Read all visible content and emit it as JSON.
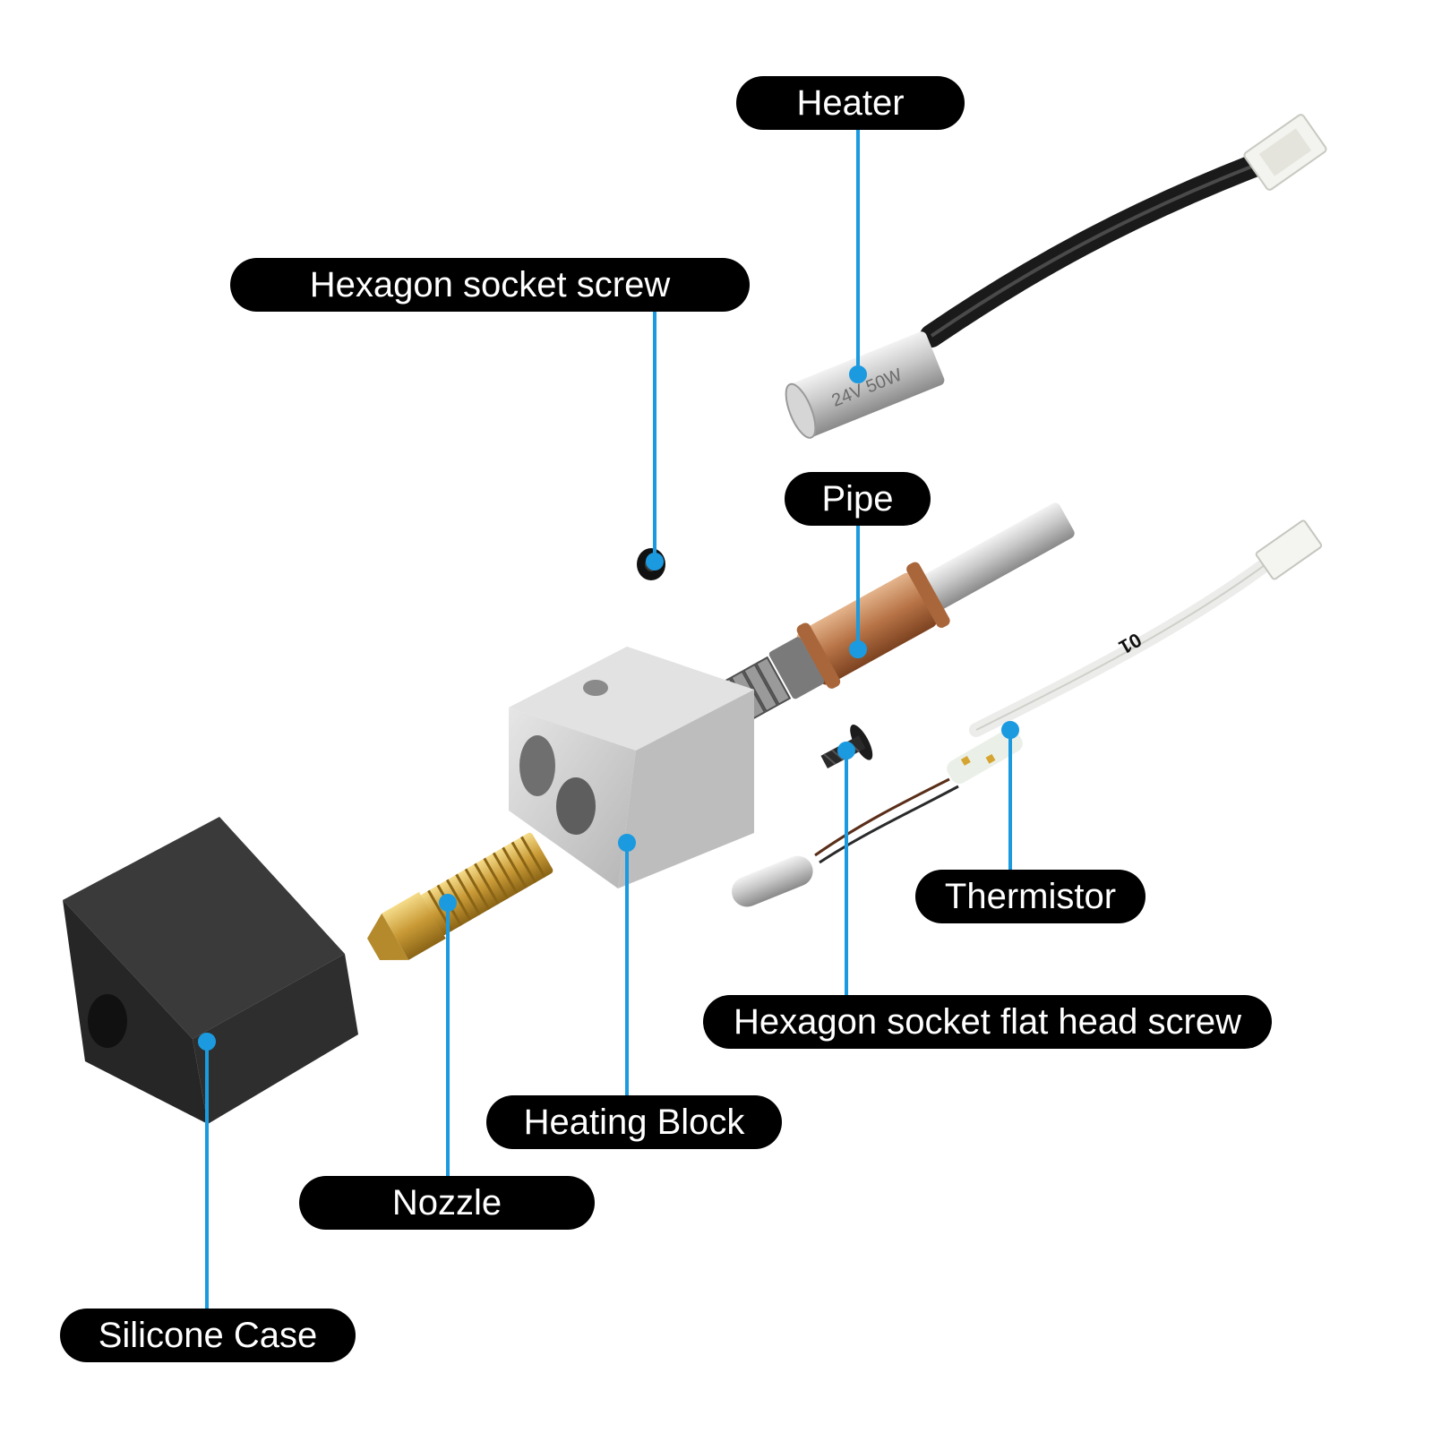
{
  "colors": {
    "leader": "#1b9ae0",
    "label_bg": "#000000",
    "label_text": "#ffffff"
  },
  "labels": {
    "heater": "Heater",
    "hex_socket_screw": "Hexagon socket screw",
    "pipe": "Pipe",
    "thermistor": "Thermistor",
    "flat_head_screw": "Hexagon socket flat head screw",
    "heating_block": "Heating Block",
    "nozzle": "Nozzle",
    "silicone_case": "Silicone Case"
  },
  "markings": {
    "heater": "24V 50W",
    "thermistor": "01"
  }
}
